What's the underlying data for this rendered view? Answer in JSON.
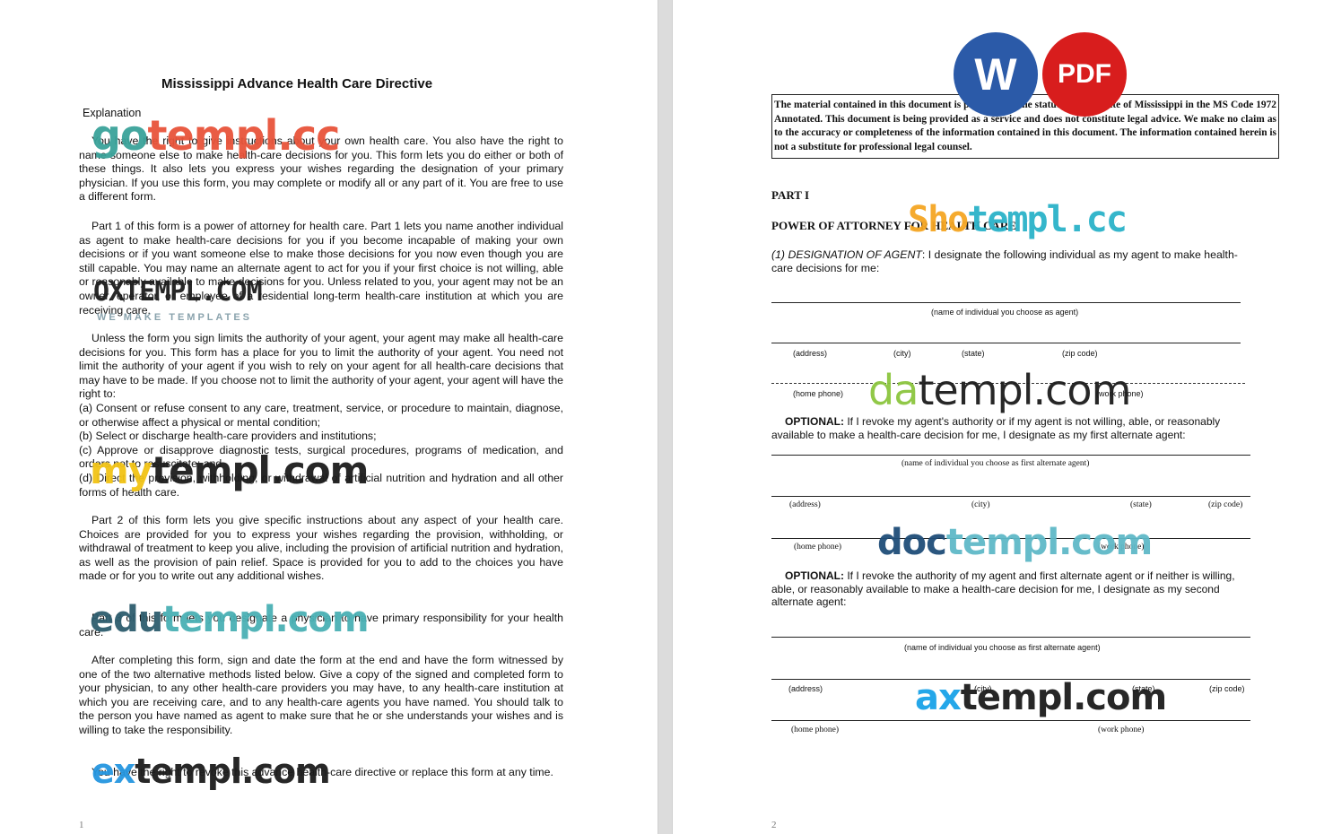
{
  "page1": {
    "title": "Mississippi Advance Health Care Directive",
    "heading": "Explanation",
    "paragraphs": [
      "You have the right to give instructions about your own health care. You also have the right to name someone else to make health-care decisions for you. This form lets you do either or both of these things. It also lets you express your wishes regarding the designation of your primary physician. If you use this form, you may complete or modify all or any part of it. You are free to use a different form.",
      "Part 1 of this form is a power of attorney for health care. Part 1 lets you name another individual as agent to make health-care decisions for you if you become incapable of making your own decisions or if you want someone else to make those decisions for you now even though you are still capable. You may name an alternate agent to act for you if your first choice is not willing, able or reasonably available to make decisions for you. Unless related to you, your agent may not be an owner, operator, or employee of a residential long-term health-care institution at which you are receiving care.",
      "Unless the form you sign limits the authority of your agent, your agent may make all health-care decisions for you. This form has a place for you to limit the authority of your agent. You need not limit the authority of your agent if you wish to rely on your agent for all health-care decisions that may have to be made. If you choose not to limit the authority of your agent, your agent will have the right to:\n  (a) Consent or refuse consent to any care, treatment, service, or procedure to maintain, diagnose, or otherwise affect a physical or mental condition;\n  (b) Select or discharge health-care providers and institutions;\n  (c) Approve or disapprove diagnostic tests, surgical procedures, programs of medication, and orders not to resuscitate; and\n  (d) Direct the provision, withholding, or withdrawal of artificial nutrition and hydration and all other forms of health care.",
      "Part 2 of this form lets you give specific instructions about any aspect of your health care. Choices are provided for you to express your wishes regarding the provision, withholding, or withdrawal of treatment to keep you alive, including the provision of artificial nutrition and hydration, as well as the provision of pain relief. Space is provided for you to add to the choices you have made or for you to write out any additional wishes.",
      "Part 3 of this form lets you designate a physician to have primary responsibility for your health care.",
      "After completing this form, sign and date the form at the end and have the form witnessed by one of the two alternative methods listed below. Give a copy of the signed and completed form to your physician, to any other health-care providers you may have, to any health-care institution at which you are receiving care, and to any health-care agents you have named. You should talk to the person you have named as agent to make sure that he or she understands your wishes and is willing to take the responsibility.",
      "You have the right to revoke this advance health-care directive or replace this form at any time."
    ],
    "page_number": "1"
  },
  "page2": {
    "disclaimer": "The material contained in this document is provided by the statutes of the State of Mississippi in the MS Code 1972 Annotated. This document is being provided as a service and does not constitute legal advice. We make no claim as to the accuracy or completeness of the information contained in this document. The information contained herein is not a substitute for professional legal counsel.",
    "part_label": "PART I",
    "part_title": "POWER OF ATTORNEY FOR HEALTH CARE",
    "designation_label": "(1) DESIGNATION OF AGENT",
    "designation_text": ": I designate the following individual as my agent to make health-care decisions for me:",
    "captions": {
      "name_agent": "(name of individual you choose as agent)",
      "address": "(address)",
      "city": "(city)",
      "state": "(state)",
      "zip": "(zip code)",
      "home_phone": "(home phone)",
      "work_phone": "(work phone)",
      "name_first_alt": "(name of individual you choose as first alternate agent)"
    },
    "optional_label": "OPTIONAL:",
    "optional1_text": " If I revoke my agent's authority or if my agent is not willing, able, or reasonably available to make a health-care decision for me, I designate as my first alternate agent:",
    "optional2_text": " If I revoke the authority of my agent and first alternate agent or if neither is willing, able, or reasonably available to make a health-care decision for me, I designate as my second alternate agent:",
    "page_number": "2"
  },
  "watermarks": [
    {
      "a": "go",
      "b": "templ.cc"
    },
    {
      "a": "OXTEMPL",
      "b": ".COM",
      "sub": "WE MAKE TEMPLATES"
    },
    {
      "a": "my",
      "b": "templ.com"
    },
    {
      "a": "edu",
      "b": "templ.com"
    },
    {
      "a": "ex",
      "b": "templ.com"
    },
    {
      "a": "Sho",
      "b": "templ.cc"
    },
    {
      "a": "da",
      "b": "templ.com"
    },
    {
      "a": "doc",
      "b": "templ.com"
    },
    {
      "a": "ax",
      "b": "templ.com"
    }
  ],
  "badges": {
    "word": "W",
    "pdf": "PDF"
  },
  "colors": {
    "word_blue": "#2b5aa8",
    "pdf_red": "#d81d1d",
    "gotempl_teal": "#3aa39a",
    "gotempl_red": "#e8543a",
    "mytempl_yellow": "#f2c416",
    "edu_teal": "#4ab1b5",
    "ex_blue": "#2596e0",
    "sho_orange": "#f5a623",
    "da_green": "#8cc63f",
    "doc_navy": "#1f4e79",
    "ax_blue": "#1aa3e8"
  }
}
